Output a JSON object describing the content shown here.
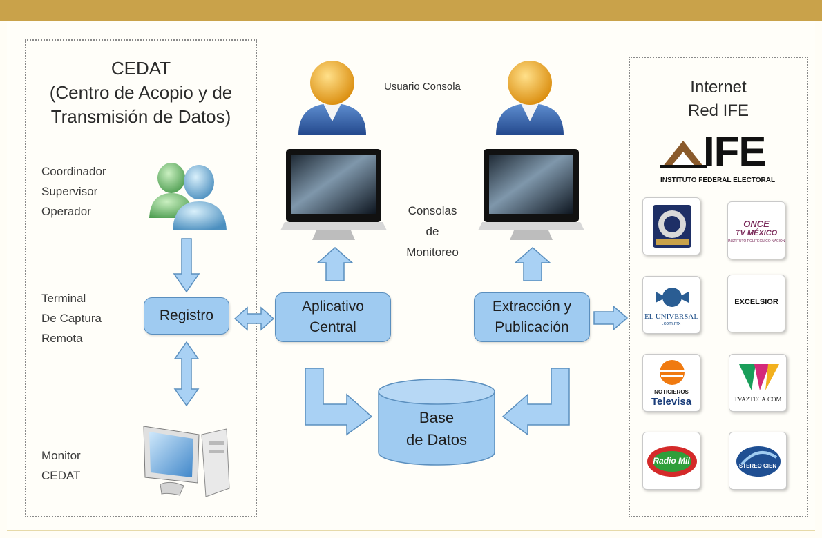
{
  "cedat": {
    "title_line1": "CEDAT",
    "title_line2": "(Centro de Acopio y de",
    "title_line3": "Transmisión de Datos)",
    "roles": [
      "Coordinador",
      "Supervisor",
      "Operador"
    ],
    "terminal": [
      "Terminal",
      "De Captura",
      "Remota"
    ],
    "monitor": [
      "Monitor",
      "CEDAT"
    ]
  },
  "center": {
    "usuario_consola": "Usuario Consola",
    "consolas": [
      "Consolas",
      "de",
      "Monitoreo"
    ],
    "registro": "Registro",
    "aplicativo": "Aplicativo\nCentral",
    "extraccion": "Extracción y\nPublicación",
    "base_de_datos": "Base\nde Datos"
  },
  "internet": {
    "title_line1": "Internet",
    "title_line2": "Red IFE",
    "ife_logo": "IFE",
    "ife_subtitle": "INSTITUTO FEDERAL ELECTORAL",
    "logos": {
      "once_line1": "ONCE",
      "once_line2": "TV MÉXICO",
      "once_line3": "INSTITUTO POLITÉCNICO NACIONAL",
      "universal": "EL UNIVERSAL",
      "universal_sub": ".com.mx",
      "excelsior": "EXCELSIOR",
      "noticieros": "NOTICIEROS",
      "televisa": "Televisa",
      "tvazteca": "TVAZTECA.COM",
      "radio_mil": "Radio Mil",
      "stereo_cien": "STEREO CIEN"
    }
  },
  "colors": {
    "top_bar": "#c9a24a",
    "box_fill": "#9fcbf1",
    "box_border": "#5b8fbe",
    "arrow_fill": "#a9d1f4"
  }
}
